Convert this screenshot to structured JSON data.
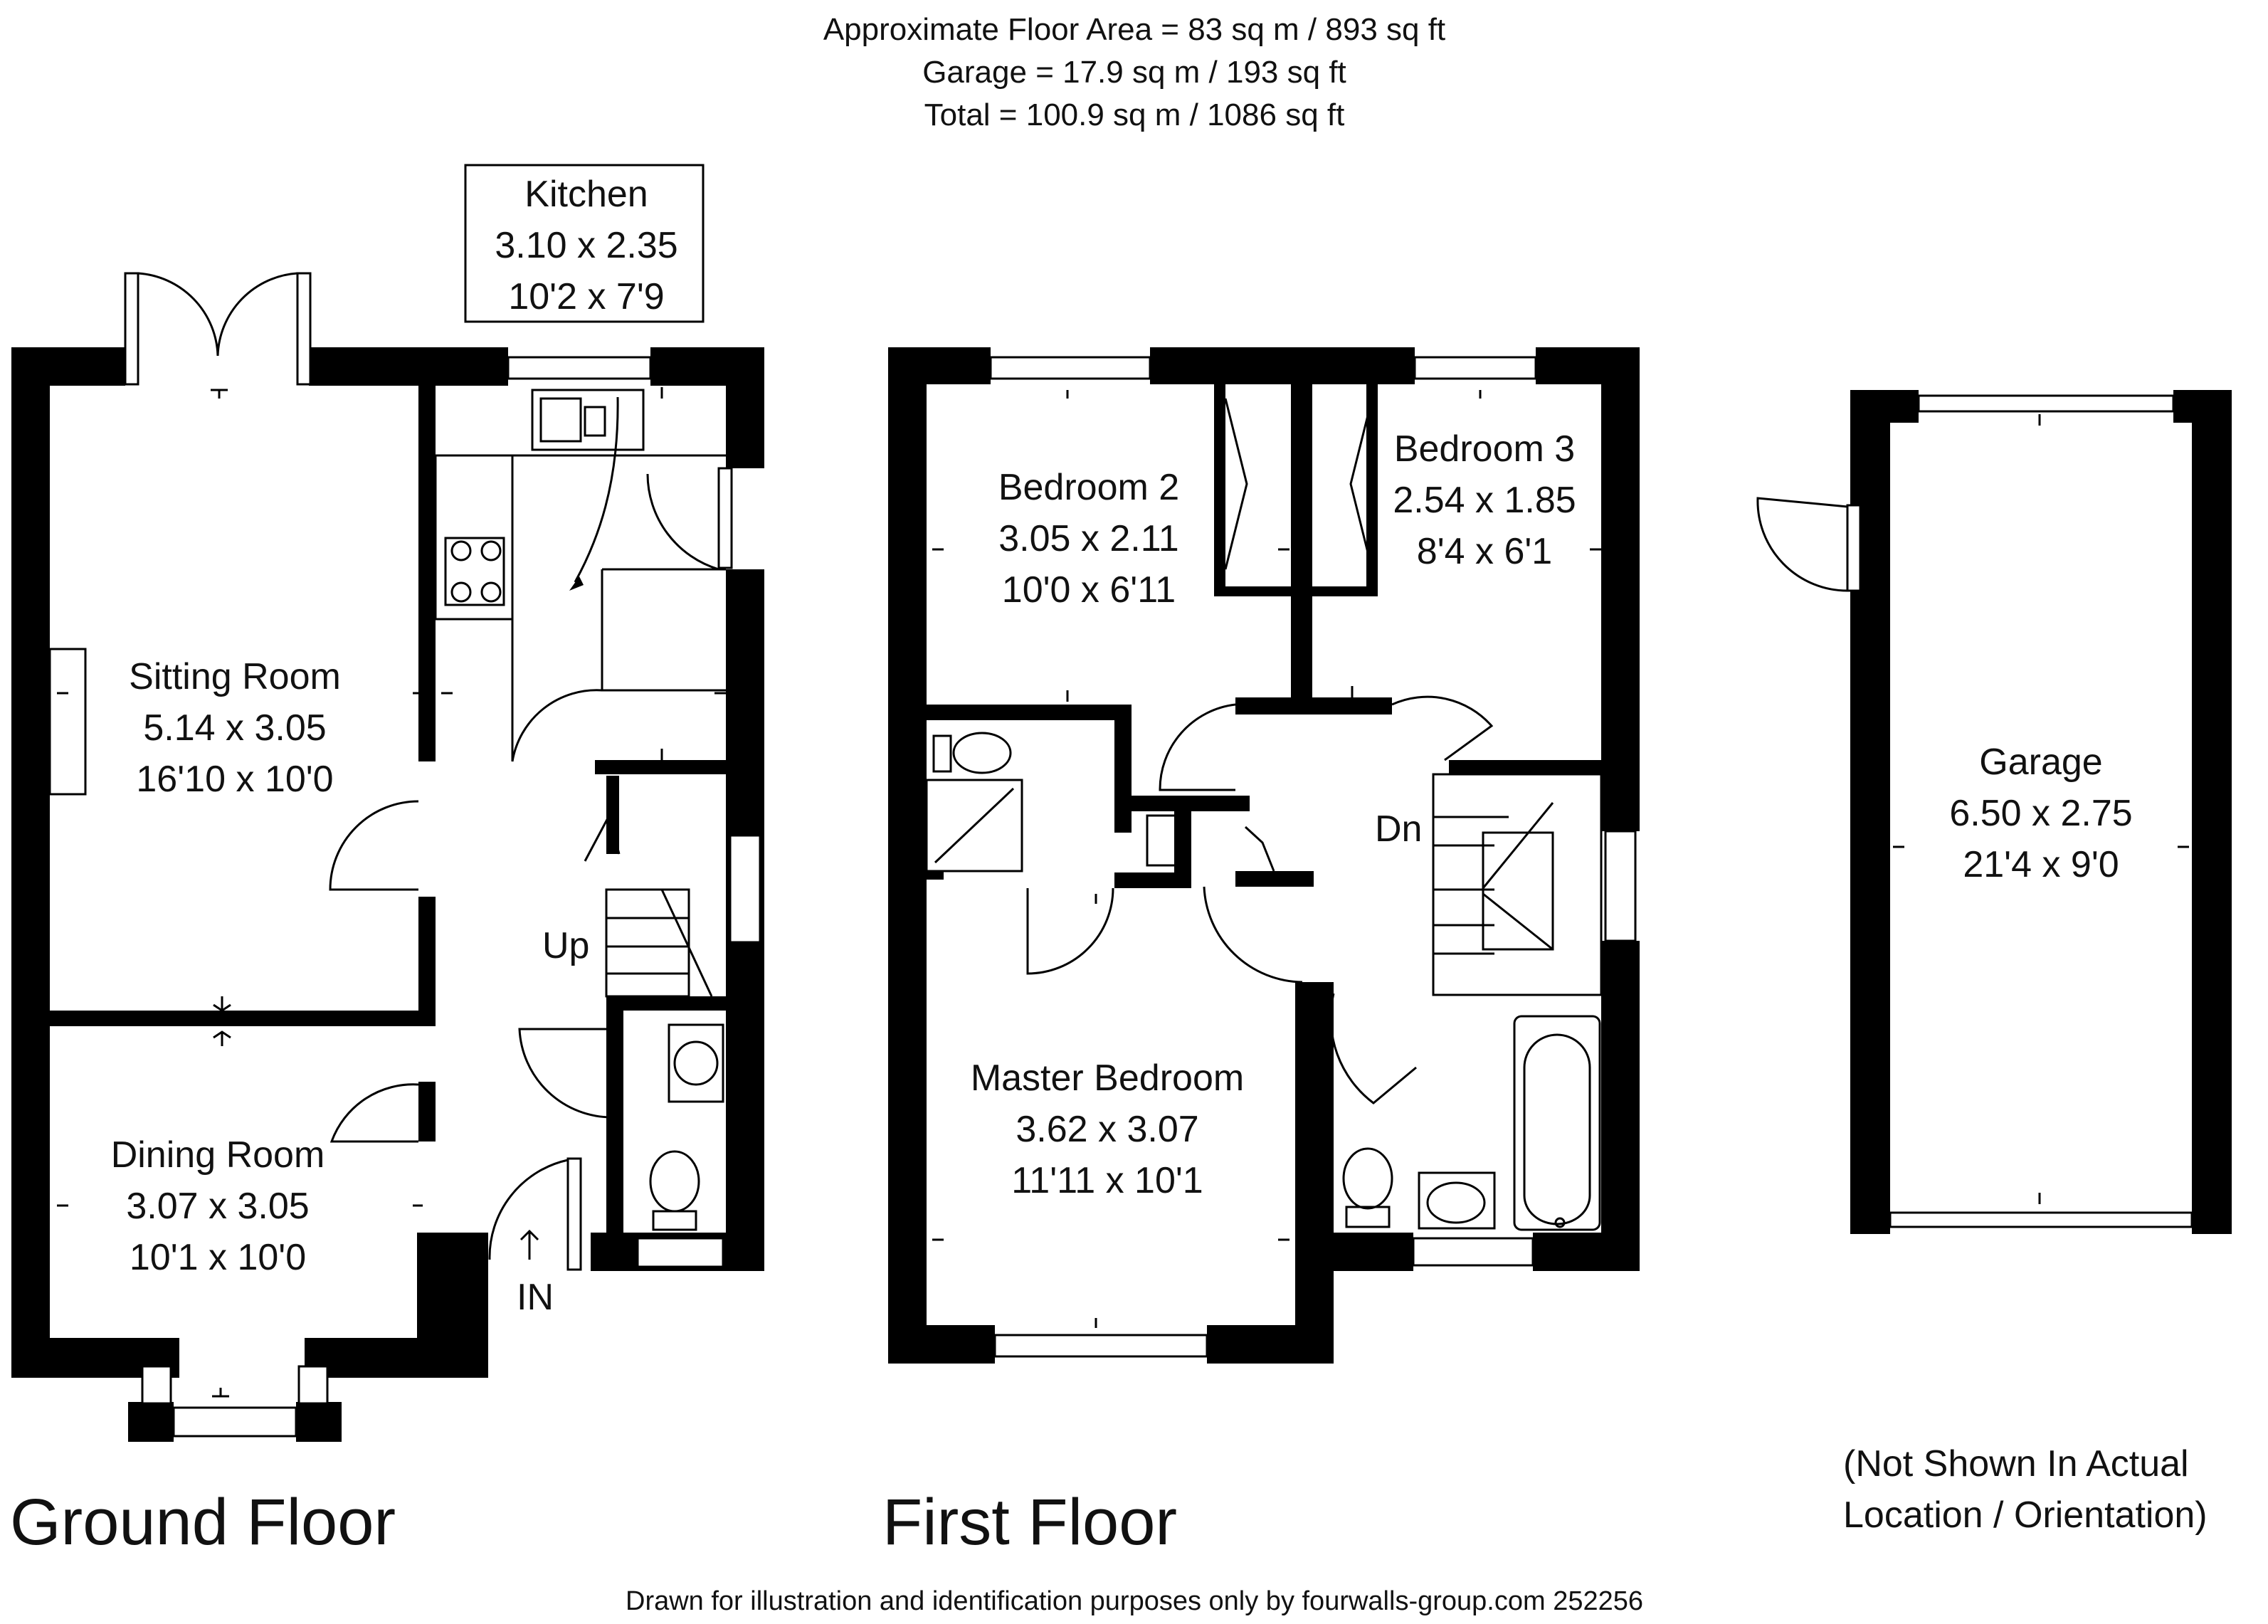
{
  "header": {
    "line1": "Approximate Floor Area = 83 sq m / 893 sq ft",
    "line2": "Garage = 17.9 sq m / 193 sq ft",
    "line3": "Total = 100.9 sq m / 1086 sq ft"
  },
  "ground_floor": {
    "title": "Ground Floor",
    "kitchen": {
      "name": "Kitchen",
      "metric": "3.10 x 2.35",
      "imperial": "10'2 x 7'9"
    },
    "sitting_room": {
      "name": "Sitting Room",
      "metric": "5.14 x 3.05",
      "imperial": "16'10 x 10'0"
    },
    "dining_room": {
      "name": "Dining Room",
      "metric": "3.07 x 3.05",
      "imperial": "10'1 x 10'0"
    },
    "stairs_label": "Up",
    "entrance_label": "IN"
  },
  "first_floor": {
    "title": "First Floor",
    "bedroom2": {
      "name": "Bedroom 2",
      "metric": "3.05 x 2.11",
      "imperial": "10'0 x 6'11"
    },
    "bedroom3": {
      "name": "Bedroom 3",
      "metric": "2.54 x 1.85",
      "imperial": "8'4 x 6'1"
    },
    "master_bedroom": {
      "name": "Master Bedroom",
      "metric": "3.62 x 3.07",
      "imperial": "11'11 x 10'1"
    },
    "stairs_label": "Dn"
  },
  "garage": {
    "name": "Garage",
    "metric": "6.50 x 2.75",
    "imperial": "21'4 x 9'0",
    "note_line1": "(Not Shown In Actual",
    "note_line2": "Location / Orientation)"
  },
  "footer": "Drawn for illustration and identification purposes only by fourwalls-group.com 252256"
}
